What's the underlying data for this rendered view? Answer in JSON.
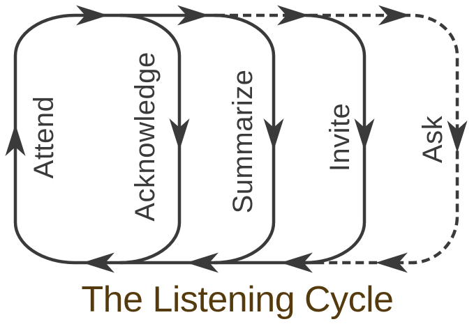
{
  "title": {
    "text": "The Listening Cycle",
    "color": "#553A0D"
  },
  "diagram": {
    "line_color": "#3A3A3A",
    "background_color": "#FFFFFF",
    "steps": [
      {
        "label": "Attend",
        "line_style": "solid",
        "arrow_direction": "up"
      },
      {
        "label": "Acknowledge",
        "line_style": "solid",
        "arrow_direction": "down"
      },
      {
        "label": "Summarize",
        "line_style": "solid",
        "arrow_direction": "down"
      },
      {
        "label": "Invite",
        "line_style": "solid",
        "arrow_direction": "down"
      },
      {
        "label": "Ask",
        "line_style": "dashed",
        "arrow_direction": "down"
      }
    ],
    "flow_direction": {
      "top_edge": "left-to-right",
      "bottom_edge": "right-to-left",
      "left_edge": "upward",
      "right_edges": "downward"
    }
  }
}
